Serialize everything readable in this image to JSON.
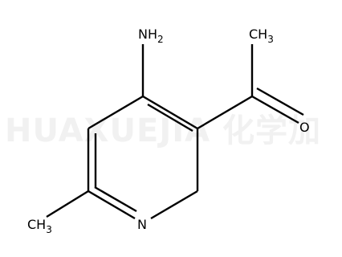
{
  "watermark": {
    "text": "HUAXUEJIA 化学加"
  },
  "atoms": {
    "amino": {
      "main": "NH",
      "sub": "2"
    },
    "acetyl_methyl": {
      "main": "CH",
      "sub": "3"
    },
    "oxygen": {
      "main": "O"
    },
    "ring_nitrogen": {
      "main": "N"
    },
    "ring_methyl": {
      "main": "CH",
      "sub": "3"
    }
  }
}
